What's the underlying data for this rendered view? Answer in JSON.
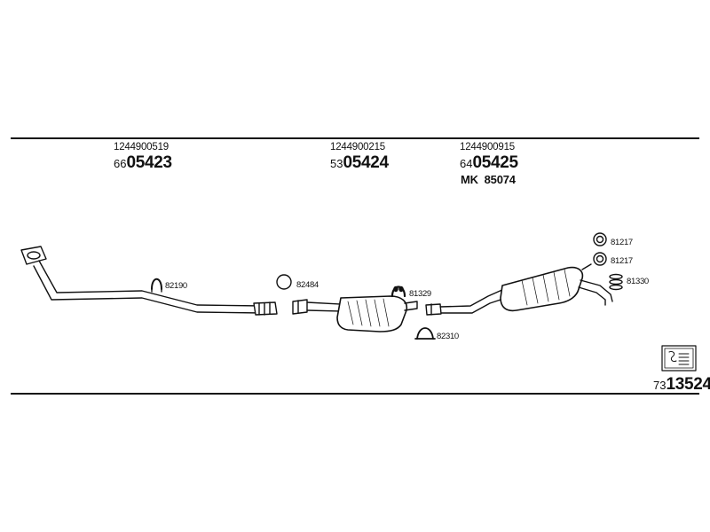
{
  "assemblies": [
    {
      "part_number": "1244900519",
      "code_prefix": "66",
      "code_main": "05423"
    },
    {
      "part_number": "1244900215",
      "code_prefix": "53",
      "code_main": "05424"
    },
    {
      "part_number": "1244900915",
      "code_prefix": "64",
      "code_main": "05425",
      "kit_label": "MK",
      "kit_number": "85074"
    }
  ],
  "components": [
    {
      "name": "hanger-clamp",
      "label": "82190"
    },
    {
      "name": "ring-gasket",
      "label": "82484"
    },
    {
      "name": "mounting-bracket",
      "label": "81329"
    },
    {
      "name": "u-clamp",
      "label": "82310"
    },
    {
      "name": "o-ring-upper",
      "label": "81217"
    },
    {
      "name": "o-ring-lower",
      "label": "81217"
    },
    {
      "name": "rubber-buffer",
      "label": "81330"
    }
  ],
  "document": {
    "code_prefix": "73",
    "code_main": "13524"
  }
}
